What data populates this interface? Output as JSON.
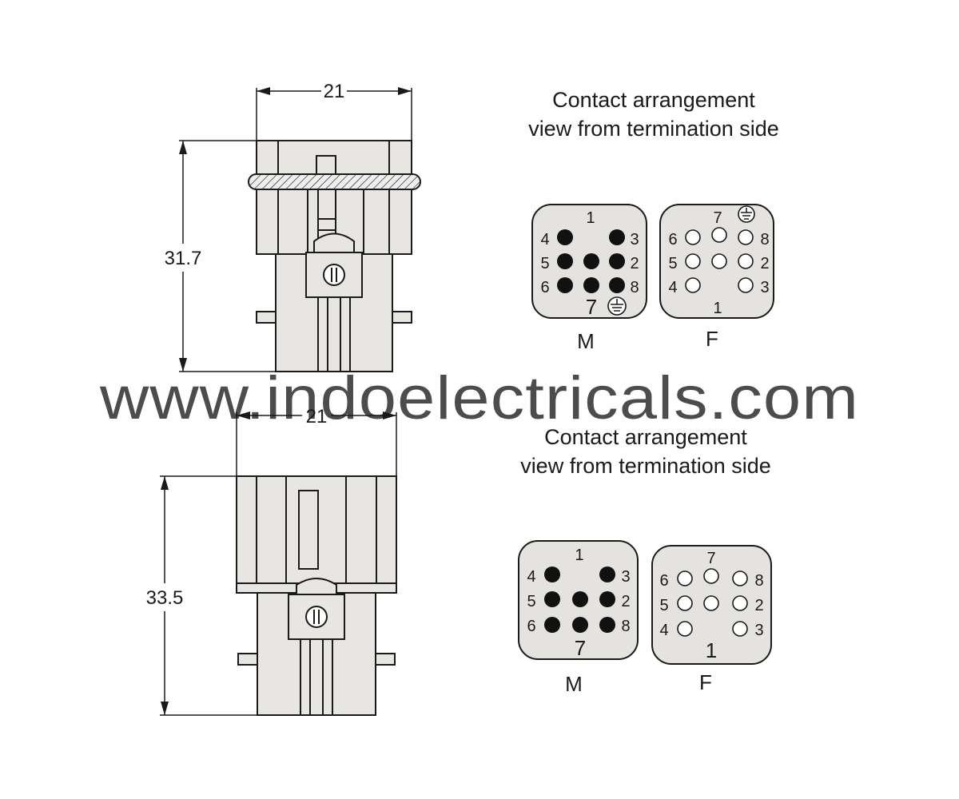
{
  "top": {
    "dim_width": "21",
    "dim_height": "31.7",
    "caption_line1": "Contact arrangement",
    "caption_line2": "view from termination side",
    "male": {
      "top_label": "1",
      "pins": [
        "4",
        "5",
        "6",
        "3",
        "2",
        "8"
      ],
      "bottom_label": "7",
      "ground_icon": "earth-ground-icon",
      "label": "M"
    },
    "female": {
      "top_label": "7",
      "ground_icon": "earth-ground-icon",
      "pins": [
        "6",
        "5",
        "4",
        "8",
        "2",
        "3"
      ],
      "bottom_label": "1",
      "label": "F"
    }
  },
  "bottom": {
    "dim_width": "21",
    "dim_height": "33.5",
    "caption_line1": "Contact arrangement",
    "caption_line2": "view from termination side",
    "male": {
      "top_label": "1",
      "pins": [
        "4",
        "5",
        "6",
        "3",
        "2",
        "8"
      ],
      "bottom_label": "7",
      "label": "M"
    },
    "female": {
      "top_label": "7",
      "pins": [
        "6",
        "5",
        "4",
        "8",
        "2",
        "3"
      ],
      "bottom_label": "1",
      "label": "F"
    }
  },
  "watermark": "www.indoelectricals.com",
  "colors": {
    "line": "#1a1a1a",
    "body_fill": "#e8e6e3",
    "watermark": "#8c8c8c"
  }
}
